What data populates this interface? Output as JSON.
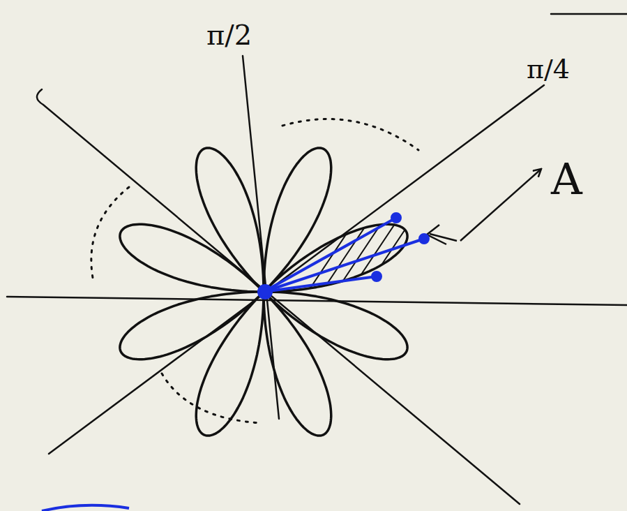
{
  "diagram": {
    "labels": [
      "π/2",
      "π/4",
      "A"
    ]
  }
}
